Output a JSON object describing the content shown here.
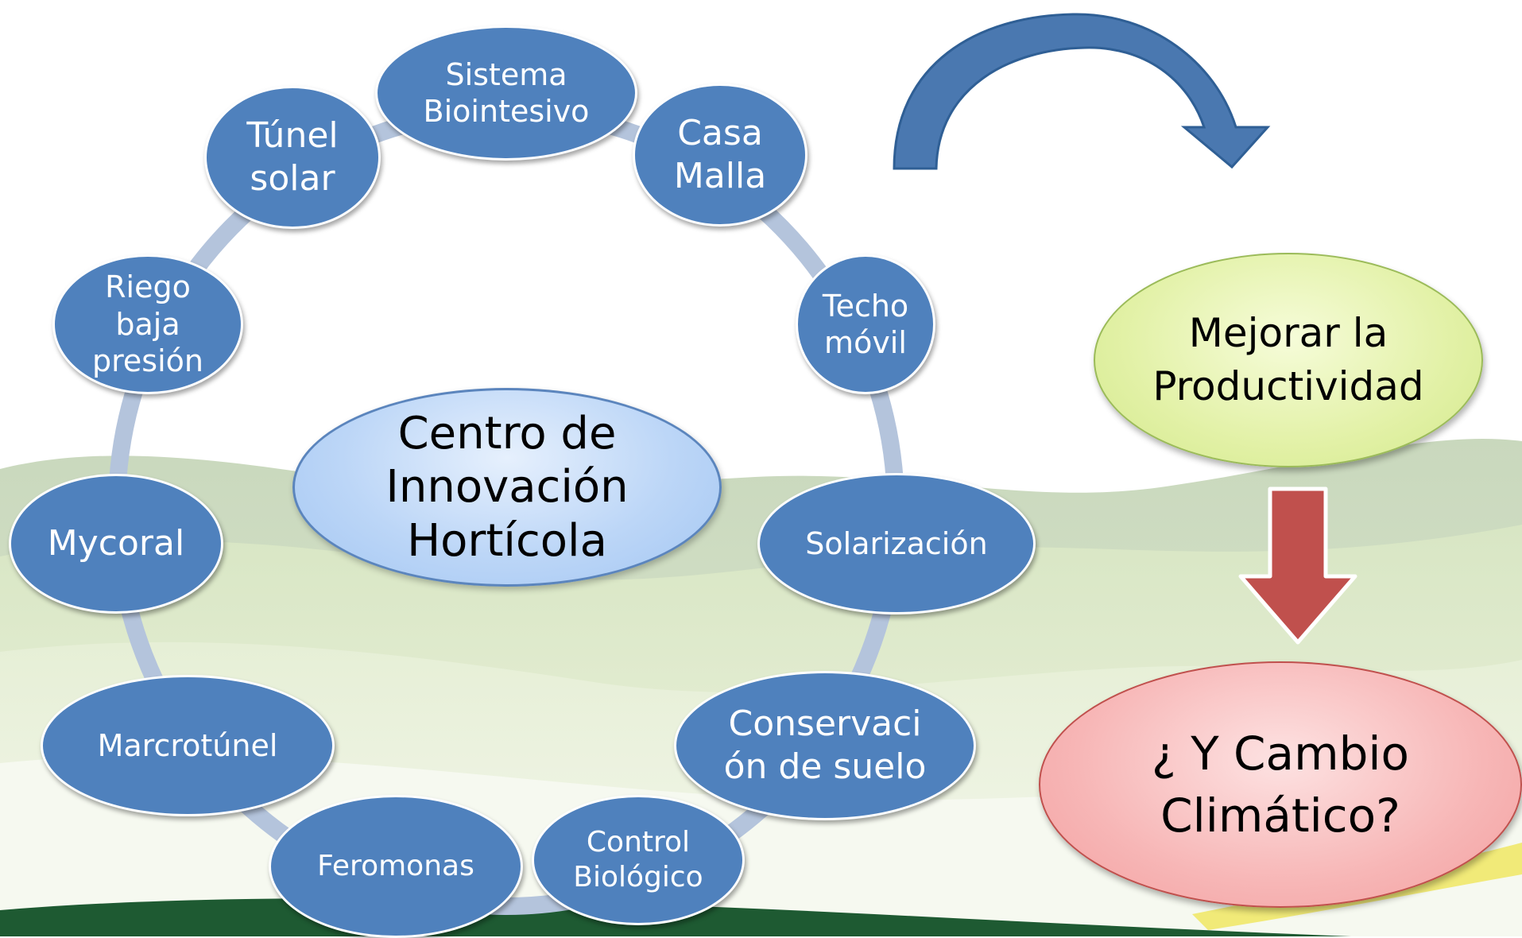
{
  "diagram": {
    "center": {
      "label": "Centro de\nInnovación\nHortícola"
    },
    "cycle_nodes": [
      {
        "key": "sistema",
        "label": "Sistema\nBiointesivo"
      },
      {
        "key": "casa",
        "label": "Casa\nMalla"
      },
      {
        "key": "techo",
        "label": "Techo\nmóvil"
      },
      {
        "key": "solarizacion",
        "label": "Solarización"
      },
      {
        "key": "conservacion",
        "label": "Conservaci\nón de suelo"
      },
      {
        "key": "control",
        "label": "Control\nBiológico"
      },
      {
        "key": "feromonas",
        "label": "Feromonas"
      },
      {
        "key": "macrotunel",
        "label": "Marcrotúnel"
      },
      {
        "key": "mycoral",
        "label": "Mycoral"
      },
      {
        "key": "riego",
        "label": "Riego\nbaja\npresión"
      },
      {
        "key": "tunel",
        "label": "Túnel\nsolar"
      }
    ],
    "goals": {
      "productivity": "Mejorar la\nProductividad",
      "climate": "¿ Y Cambio\nClimático?"
    }
  },
  "colors": {
    "node_fill": "#4f81bd",
    "ring": "#b4c4dc",
    "center_fill": "#bcd6f7",
    "curved_arrow": "#4f81bd",
    "down_arrow": "#c0504d",
    "goal_green": "#e2f1a6",
    "goal_red": "#f7b6b6"
  }
}
